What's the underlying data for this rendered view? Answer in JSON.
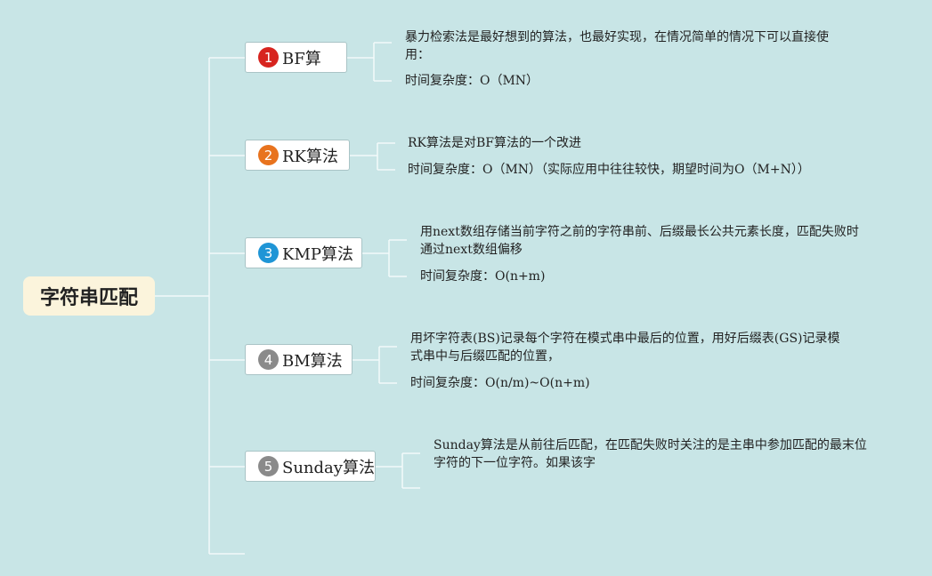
{
  "root": {
    "label": "字符串匹配"
  },
  "branches": [
    {
      "number": "1",
      "color": "#d7241f",
      "label": "BF算",
      "details": [
        "暴力检索法是最好想到的算法，也最好实现，在情况简单的情况下可以直接使用：",
        "时间复杂度：O（MN）"
      ]
    },
    {
      "number": "2",
      "color": "#e8731e",
      "label": "RK算法",
      "details": [
        "RK算法是对BF算法的一个改进",
        "时间复杂度：O（MN）（实际应用中往往较快，期望时间为O（M+N））"
      ]
    },
    {
      "number": "3",
      "color": "#1f95d6",
      "label": "KMP算法",
      "details": [
        "用next数组存储当前字符之前的字符串前、后缀最长公共元素长度，匹配失败时通过next数组偏移",
        "时间复杂度：O(n+m)"
      ]
    },
    {
      "number": "4",
      "color": "#8a8a8a",
      "label": "BM算法",
      "details": [
        "用坏字符表(BS)记录每个字符在模式串中最后的位置，用好后缀表(GS)记录模式串中与后缀匹配的位置，",
        "时间复杂度：O(n/m)~O(n+m)"
      ]
    },
    {
      "number": "5",
      "color": "#8a8a8a",
      "label": "Sunday算法",
      "details": [
        "Sunday算法是从前往后匹配，在匹配失败时关注的是主串中参加匹配的最末位字符的下一位字符。如果该字",
        ""
      ]
    }
  ]
}
